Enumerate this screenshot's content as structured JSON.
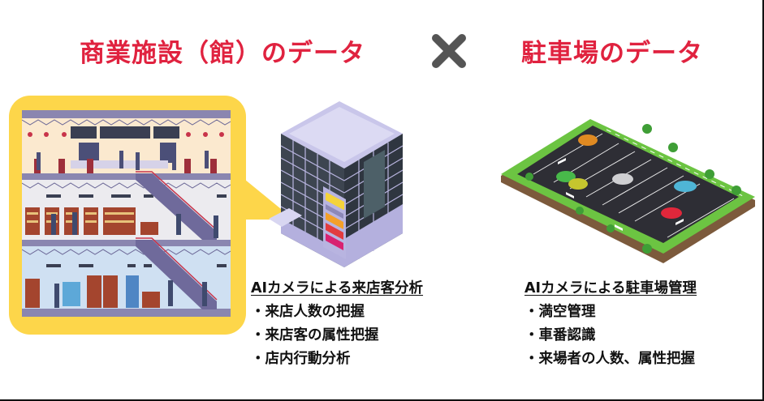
{
  "titles": {
    "left": "商業施設（館）のデータ",
    "right": "駐車場のデータ",
    "operator_icon": "cross-icon"
  },
  "colors": {
    "title_red": "#e0223f",
    "callout_yellow": "#fdd64a",
    "cross_gray": "#555555",
    "text": "#111111"
  },
  "illustrations": {
    "mall": "mall-interior-illustration",
    "building": "isometric-building-illustration",
    "parking": "isometric-parking-lot-illustration"
  },
  "captions": {
    "left": {
      "heading": "AIカメラによる来店客分析",
      "items": [
        "来店人数の把握",
        "来店客の属性把握",
        "店内行動分析"
      ]
    },
    "right": {
      "heading": "AIカメラによる駐車場管理",
      "items": [
        "満空管理",
        "車番認識",
        "来場者の人数、属性把握"
      ]
    }
  }
}
